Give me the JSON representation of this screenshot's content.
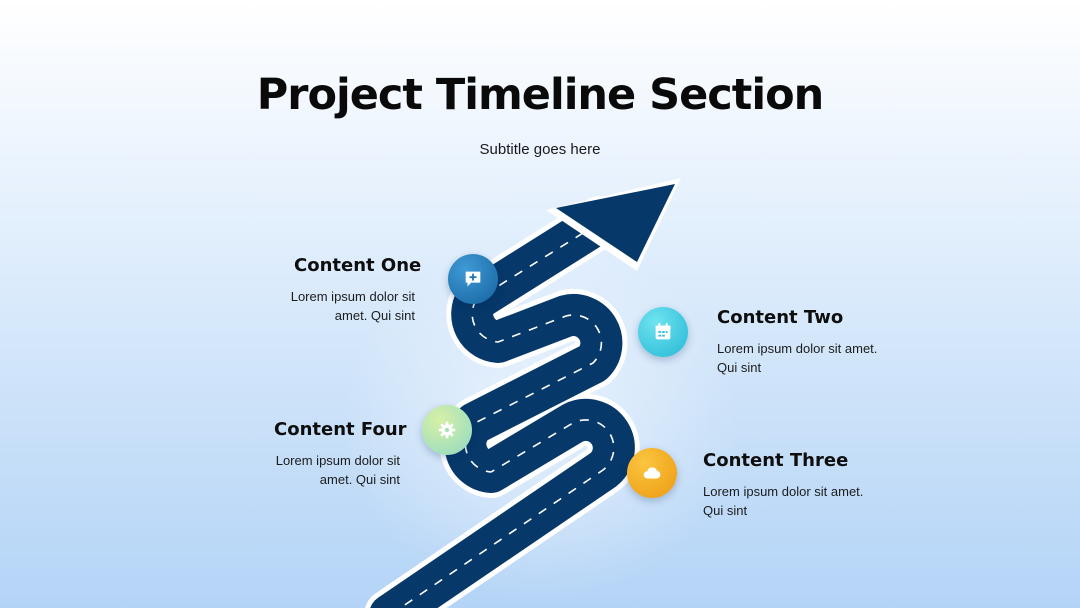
{
  "slide": {
    "title": "Project Timeline Section",
    "subtitle": "Subtitle goes here"
  },
  "colors": {
    "road": "#06386a",
    "road_border": "#ffffff",
    "lane_marking": "#ffffff",
    "badge_one": "#1e78b8",
    "badge_two": "#3ccde0",
    "badge_three": "#f2a81d",
    "badge_four": "#b8e6b0"
  },
  "milestones": [
    {
      "heading": "Content One",
      "line1": "Lorem ipsum dolor sit",
      "line2": "amet. Qui sint",
      "icon": "chat-plus-icon"
    },
    {
      "heading": "Content Two",
      "line1": "Lorem ipsum dolor sit amet.",
      "line2": "Qui sint",
      "icon": "calendar-icon"
    },
    {
      "heading": "Content Three",
      "line1": "Lorem ipsum dolor sit amet.",
      "line2": "Qui sint",
      "icon": "cloud-icon"
    },
    {
      "heading": "Content Four",
      "line1": "Lorem ipsum dolor sit",
      "line2": "amet. Qui sint",
      "icon": "gear-icon"
    }
  ]
}
